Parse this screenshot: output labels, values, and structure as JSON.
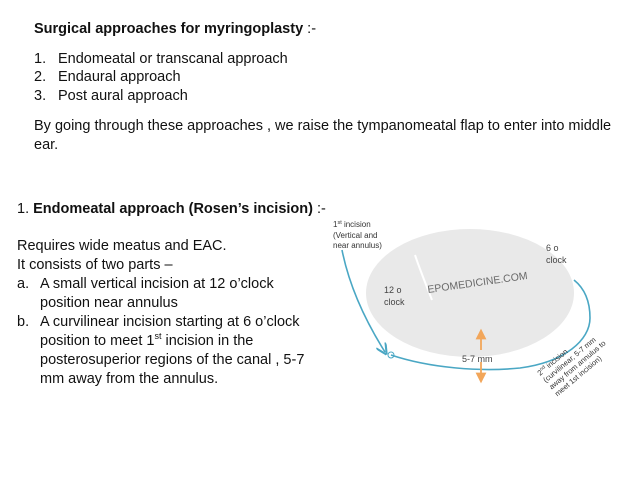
{
  "top": {
    "heading_bold": "Surgical approaches for myringoplasty",
    "heading_rest": " :-",
    "approaches": [
      {
        "num": "1.",
        "text": "Endomeatal or transcanal approach"
      },
      {
        "num": "2.",
        "text": "Endaural approach"
      },
      {
        "num": "3.",
        "text": "Post aural approach"
      }
    ],
    "paragraph": "By going through these approaches , we raise the tympanomeatal flap to enter into middle ear."
  },
  "section": {
    "prefix": "1. ",
    "heading_bold": "Endomeatal approach (Rosen’s incision)",
    "heading_rest": " :-",
    "line1": "Requires wide meatus and EAC.",
    "line2": "It consists of two parts –",
    "item_a": {
      "marker": "a.",
      "text": "A small vertical incision at 12 o’clock position near annulus"
    },
    "item_b": {
      "marker": "b.",
      "text_before": "A curvilinear incision starting at 6 o’clock position to meet 1",
      "sup": "st",
      "text_after": " incision in the posterosuperior regions of the canal , 5-7 mm  away from the annulus."
    }
  },
  "diagram": {
    "first_incision_1": "1",
    "first_incision_sup": "st",
    "first_incision_2": " incision",
    "first_incision_3": "(Vertical and",
    "first_incision_4": "near annulus)",
    "six_a": "6 o",
    "six_b": "clock",
    "twelve_a": "12 o",
    "twelve_b": "clock",
    "watermark": "EPOMEDICINE.COM",
    "distance": "5-7 mm",
    "second_1": "2",
    "second_sup": "nd",
    "second_2": " incision",
    "second_3": "(curvilinear, 5-7 mm",
    "second_4": "away from annulus to",
    "second_5": "meet 1st incision)",
    "colors": {
      "eardrum": "#e9e9e9",
      "incision": "#4aa7c4",
      "arrow": "#f2a65a"
    }
  }
}
